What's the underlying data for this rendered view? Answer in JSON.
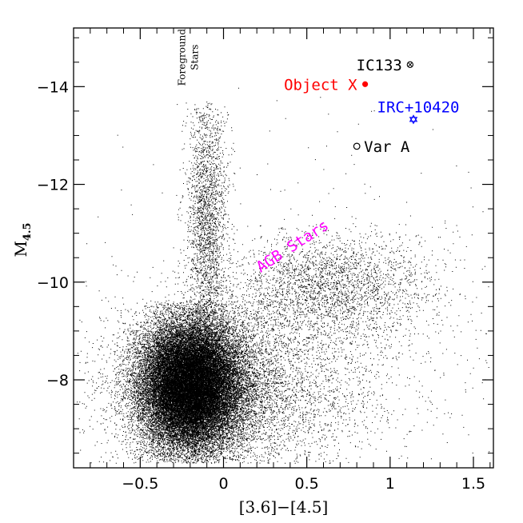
{
  "chart_data": {
    "type": "scatter",
    "title": "",
    "xlabel": "[3.6]−[4.5]",
    "ylabel": "M",
    "ylabel_sub": "4.5",
    "xlim": [
      -0.9,
      1.62
    ],
    "ylim": [
      -6.2,
      -15.2
    ],
    "x_inverted": false,
    "y_inverted": true,
    "x_ticks": [
      {
        "value": -0.5,
        "label": "−0.5"
      },
      {
        "value": 0,
        "label": "0"
      },
      {
        "value": 0.5,
        "label": "0.5"
      },
      {
        "value": 1,
        "label": "1"
      },
      {
        "value": 1.5,
        "label": "1.5"
      }
    ],
    "y_ticks": [
      {
        "value": -8,
        "label": "−8"
      },
      {
        "value": -10,
        "label": "−10"
      },
      {
        "value": -12,
        "label": "−12"
      },
      {
        "value": -14,
        "label": "−14"
      }
    ],
    "x_minor_step": 0.1,
    "y_minor_step": 0.5,
    "grid": false,
    "field_stars": {
      "color": "#000000",
      "description_visible": false,
      "components": [
        {
          "count": 34000,
          "x_mean": -0.2,
          "x_sd": 0.15,
          "y_mean": -7.9,
          "y_sd": 0.65,
          "y_min": -6.3,
          "y_max": -9.6
        },
        {
          "count": 5000,
          "x_mean": 0.0,
          "x_sd": 0.35,
          "y_mean": -7.8,
          "y_sd": 0.9,
          "y_min": -6.3,
          "y_max": -10.5
        },
        {
          "count": 2200,
          "x_mean": -0.1,
          "x_sd": 0.06,
          "y_mean": -11.3,
          "y_sd": 1.4,
          "y_min": -9.0,
          "y_max": -13.7
        },
        {
          "count": 2600,
          "x_mean": 0.65,
          "x_sd": 0.3,
          "y_mean": -9.9,
          "y_sd": 0.55,
          "y_min": -8.5,
          "y_max": -11.2
        },
        {
          "count": 1600,
          "x_mean": 0.3,
          "x_sd": 0.55,
          "y_mean": -8.2,
          "y_sd": 1.0,
          "y_min": -6.3,
          "y_max": -11.5
        },
        {
          "count": 250,
          "x_mean": 0.6,
          "x_sd": 0.6,
          "y_mean": -10.5,
          "y_sd": 1.6,
          "y_min": -7.0,
          "y_max": -14.5
        }
      ]
    },
    "labeled_objects": [
      {
        "name": "IC133",
        "x": 1.12,
        "y": -14.45,
        "marker": "circle-cross",
        "color": "#000000",
        "label_side": "left"
      },
      {
        "name": "Object X",
        "x": 0.85,
        "y": -14.05,
        "marker": "filled-circle",
        "color": "#ff0000",
        "label_side": "left"
      },
      {
        "name": "IRC+10420",
        "x": 1.14,
        "y": -13.33,
        "marker": "star-of-david",
        "color": "#0000ff",
        "label_side": "above"
      },
      {
        "name": "Var A",
        "x": 0.8,
        "y": -12.78,
        "marker": "open-circle",
        "color": "#000000",
        "label_side": "right"
      }
    ],
    "annotations": [
      {
        "text": "AGB Stars",
        "x": 0.43,
        "y": -10.65,
        "color": "#ff00ff",
        "rotation_deg": -33
      },
      {
        "text_lines": [
          "Foreground",
          "Stars"
        ],
        "x": -0.23,
        "y": -14.6,
        "color": "#000000",
        "rotation_deg": -90
      }
    ]
  }
}
